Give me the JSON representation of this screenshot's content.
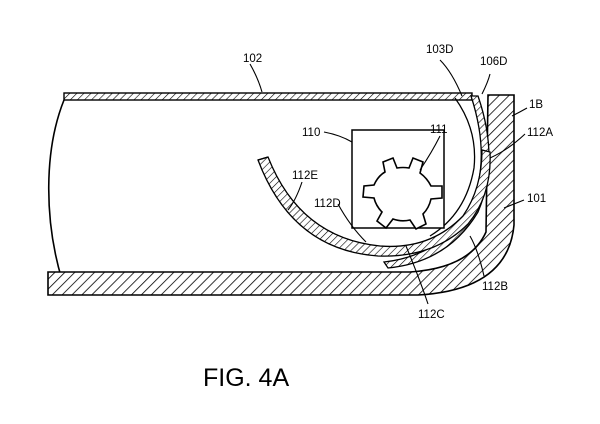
{
  "figure": {
    "caption": "FIG. 4A",
    "labels": {
      "l102": "102",
      "l103D": "103D",
      "l106D": "106D",
      "l1B": "1B",
      "l112A": "112A",
      "l110": "110",
      "l111": "111",
      "l112E": "112E",
      "l101": "101",
      "l112D": "112D",
      "l112B": "112B",
      "l112C": "112C"
    }
  }
}
